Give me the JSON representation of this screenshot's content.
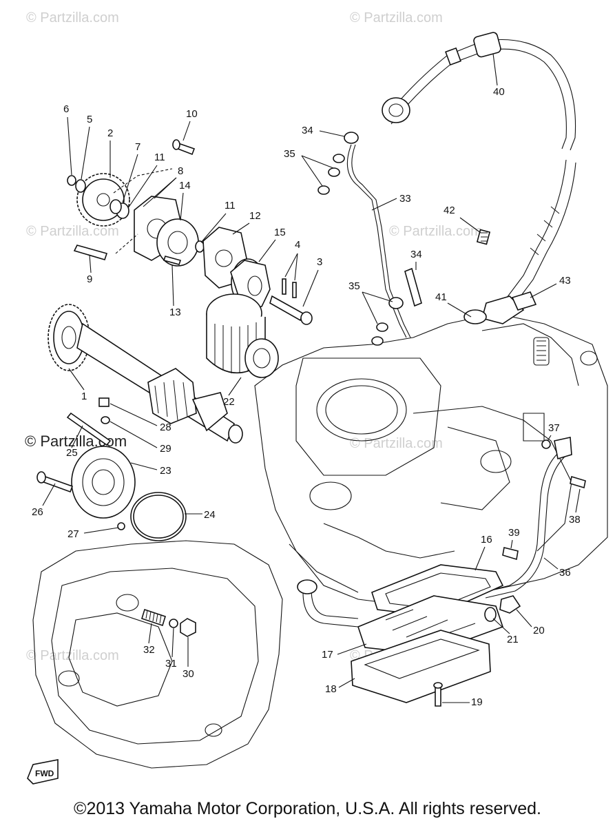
{
  "watermarks": {
    "light": "© Partzilla.com",
    "dark": "© Partzilla.com"
  },
  "fwd_label": "FWD",
  "copyright": "©2013 Yamaha Motor Corporation, U.S.A. All rights reserved.",
  "callouts": [
    "1",
    "2",
    "3",
    "4",
    "5",
    "6",
    "7",
    "8",
    "9",
    "10",
    "11",
    "11",
    "12",
    "13",
    "14",
    "15",
    "16",
    "17",
    "18",
    "19",
    "20",
    "21",
    "22",
    "23",
    "24",
    "25",
    "26",
    "27",
    "28",
    "29",
    "30",
    "31",
    "32",
    "33",
    "34",
    "34",
    "35",
    "35",
    "36",
    "37",
    "38",
    "39",
    "40",
    "41",
    "42",
    "43"
  ]
}
